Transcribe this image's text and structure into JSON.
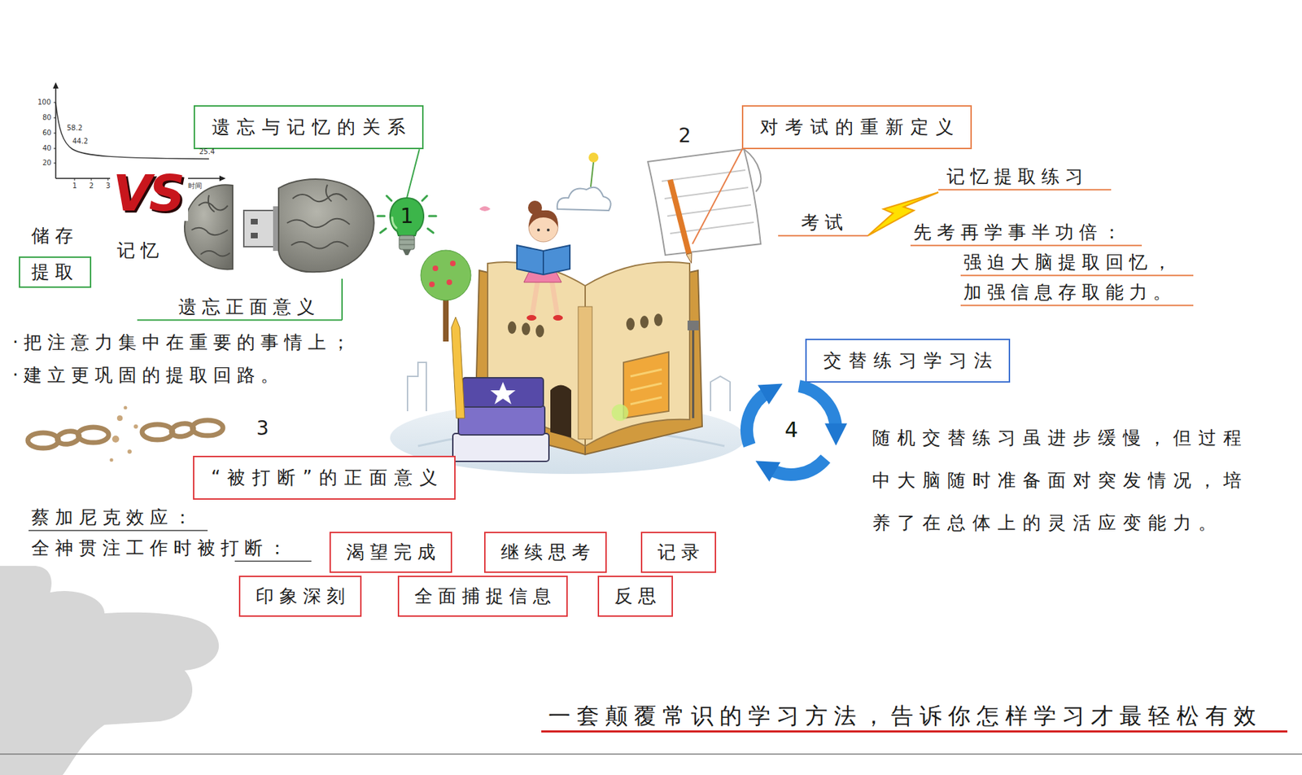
{
  "diagram": {
    "caption": "一套颠覆常识的学习方法，告诉你怎样学习才最轻松有效",
    "nodes": [
      {
        "text": [
          "遗忘与记忆的关系"
        ]
      },
      {
        "text": [
          "提取"
        ]
      },
      {
        "text": [
          "1"
        ]
      },
      {
        "text": [
          "对考试的重新定义"
        ]
      },
      {
        "text": [
          "交替练习学习法"
        ]
      },
      {
        "text": [
          "4"
        ]
      },
      {
        "text": [
          "“被打断”的正面意义"
        ]
      },
      {
        "text": [
          "渴望完成"
        ]
      },
      {
        "text": [
          "继续思考"
        ]
      },
      {
        "text": [
          "记录"
        ]
      },
      {
        "text": [
          "印象深刻"
        ]
      },
      {
        "text": [
          "全面捕捉信息"
        ]
      },
      {
        "text": [
          "反思"
        ]
      }
    ],
    "edges": [
      {
        "from": 0,
        "to": 2,
        "arrow": "none"
      }
    ],
    "labels": [
      "100",
      "80",
      "60",
      "40",
      "20",
      "58.2",
      "44.2",
      "25.4",
      "1",
      "2",
      "3",
      "时间",
      "VS",
      "储存",
      "记忆",
      "遗忘正面意义",
      "·把注意力集中在重要的事情上；",
      "·建立更巩固的提取回路。",
      "2",
      "记忆提取练习",
      "考试",
      "先考再学事半功倍：",
      "强迫大脑提取回忆，",
      "加强信息存取能力。",
      "随机交替练习虽进步缓慢，但过程中大脑随时准备面对突发情况，培养了在总体上的灵活应变能力。",
      "3",
      "蔡加尼克效应：",
      "全神贯注工作时被打断："
    ]
  }
}
